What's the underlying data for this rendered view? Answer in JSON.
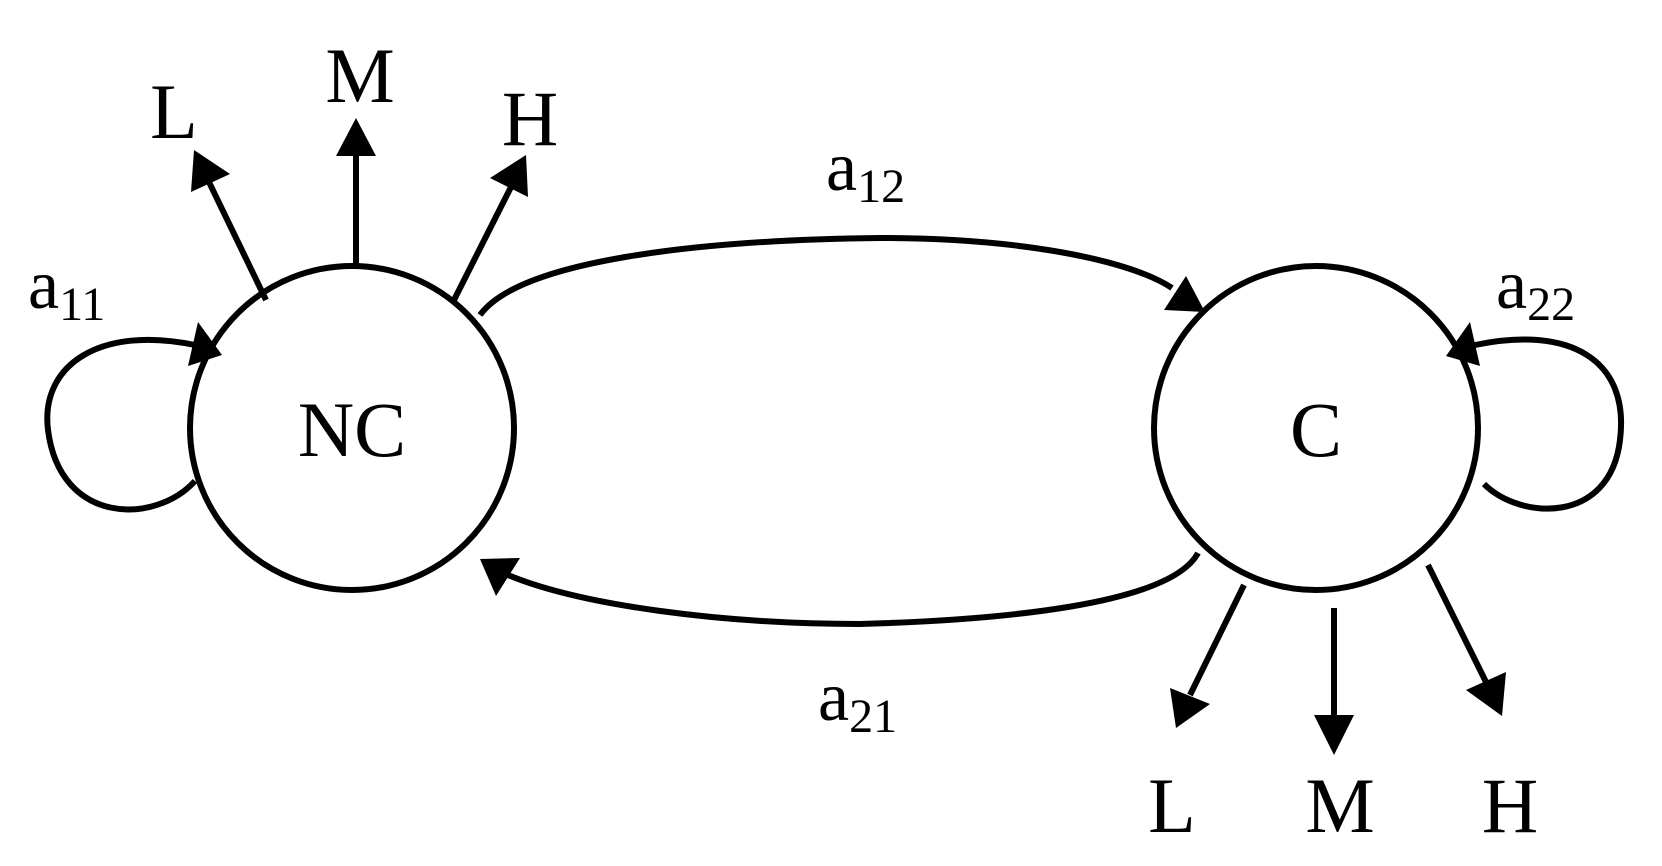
{
  "states": [
    {
      "id": "nc",
      "label": "NC"
    },
    {
      "id": "c",
      "label": "C"
    }
  ],
  "transitions": {
    "a11": {
      "symbol": "a",
      "subscript": "11"
    },
    "a12": {
      "symbol": "a",
      "subscript": "12"
    },
    "a21": {
      "symbol": "a",
      "subscript": "21"
    },
    "a22": {
      "symbol": "a",
      "subscript": "22"
    }
  },
  "emissions": {
    "nc": [
      "L",
      "M",
      "H"
    ],
    "c": [
      "L",
      "M",
      "H"
    ]
  },
  "colors": {
    "line": "#000000",
    "background": "#ffffff"
  }
}
